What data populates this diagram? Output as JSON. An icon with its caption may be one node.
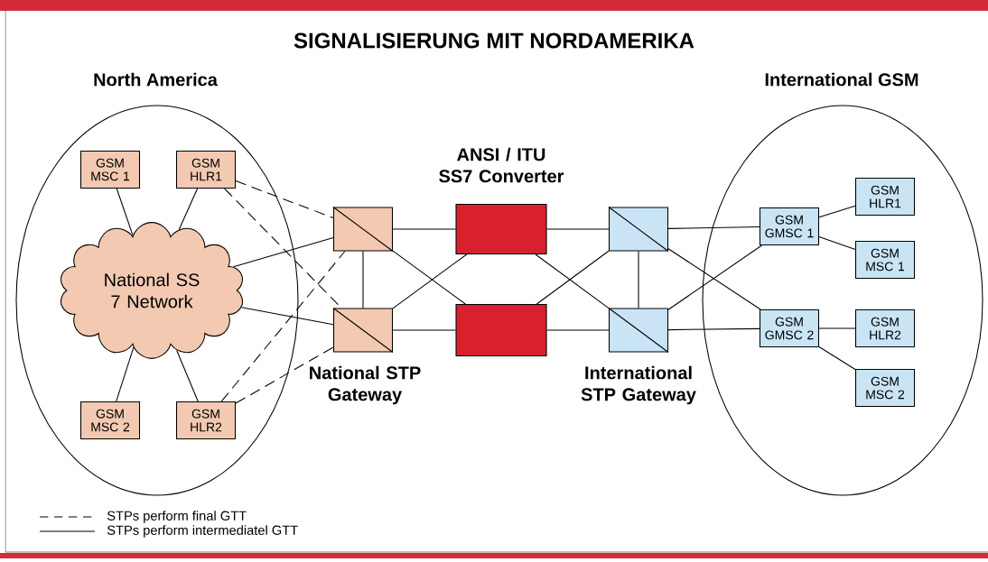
{
  "diagram": {
    "title": "SIGNALISIERUNG MIT NORDAMERIKA",
    "nodes": [
      {
        "text": [
          "North America"
        ]
      },
      {
        "text": [
          "GSM MSC 1"
        ],
        "in": 0
      },
      {
        "text": [
          "GSM HLR1"
        ],
        "in": 0
      },
      {
        "text": [
          "National SS 7 Network"
        ],
        "in": 0
      },
      {
        "text": [
          "GSM MSC 2"
        ],
        "in": 0
      },
      {
        "text": [
          "GSM HLR2"
        ],
        "in": 0
      },
      {
        "text": [],
        "shape": "box"
      },
      {
        "text": [],
        "shape": "box",
        "beside": [
          "National STP Gateway"
        ]
      },
      {
        "text": [],
        "shape": "box",
        "beside": [
          "ANSI / ITU SS7 Converter"
        ]
      },
      {
        "text": [],
        "shape": "box"
      },
      {
        "text": [],
        "shape": "box"
      },
      {
        "text": [],
        "shape": "box",
        "beside": [
          "International STP Gateway"
        ]
      },
      {
        "text": [
          "International GSM"
        ]
      },
      {
        "text": [
          "GSM GMSC 1"
        ],
        "in": 12
      },
      {
        "text": [
          "GSM HLR1"
        ],
        "in": 12
      },
      {
        "text": [
          "GSM MSC 1"
        ],
        "in": 12
      },
      {
        "text": [
          "GSM GMSC 2"
        ],
        "in": 12
      },
      {
        "text": [
          "GSM HLR2"
        ],
        "in": 12
      },
      {
        "text": [
          "GSM MSC 2"
        ],
        "in": 12
      }
    ],
    "edges": [
      {
        "from": 1,
        "to": 3,
        "arrow": "none"
      },
      {
        "from": 2,
        "to": 3,
        "arrow": "none"
      },
      {
        "from": 4,
        "to": 3,
        "arrow": "none"
      },
      {
        "from": 5,
        "to": 3,
        "arrow": "none"
      },
      {
        "from": 2,
        "to": 6,
        "arrow": "none",
        "style": "dashed"
      },
      {
        "from": 2,
        "to": 7,
        "arrow": "none",
        "style": "dashed"
      },
      {
        "from": 5,
        "to": 6,
        "arrow": "none",
        "style": "dashed"
      },
      {
        "from": 5,
        "to": 7,
        "arrow": "none",
        "style": "dashed"
      },
      {
        "from": 3,
        "to": 6,
        "arrow": "none"
      },
      {
        "from": 3,
        "to": 7,
        "arrow": "none"
      },
      {
        "from": 6,
        "to": 7,
        "arrow": "none"
      },
      {
        "from": 6,
        "to": 8,
        "arrow": "none"
      },
      {
        "from": 6,
        "to": 9,
        "arrow": "none"
      },
      {
        "from": 7,
        "to": 8,
        "arrow": "none"
      },
      {
        "from": 7,
        "to": 9,
        "arrow": "none"
      },
      {
        "from": 8,
        "to": 10,
        "arrow": "none"
      },
      {
        "from": 8,
        "to": 11,
        "arrow": "none"
      },
      {
        "from": 9,
        "to": 10,
        "arrow": "none"
      },
      {
        "from": 9,
        "to": 11,
        "arrow": "none"
      },
      {
        "from": 10,
        "to": 11,
        "arrow": "none"
      },
      {
        "from": 10,
        "to": 13,
        "arrow": "none"
      },
      {
        "from": 10,
        "to": 16,
        "arrow": "none"
      },
      {
        "from": 11,
        "to": 13,
        "arrow": "none"
      },
      {
        "from": 11,
        "to": 16,
        "arrow": "none"
      },
      {
        "from": 13,
        "to": 14,
        "arrow": "none"
      },
      {
        "from": 13,
        "to": 15,
        "arrow": "none"
      },
      {
        "from": 16,
        "to": 17,
        "arrow": "none"
      },
      {
        "from": 16,
        "to": 18,
        "arrow": "none"
      }
    ],
    "legend": [
      {
        "text": "STPs perform final GTT"
      },
      {
        "text": "STPs perform intermediatel GTT"
      }
    ]
  }
}
